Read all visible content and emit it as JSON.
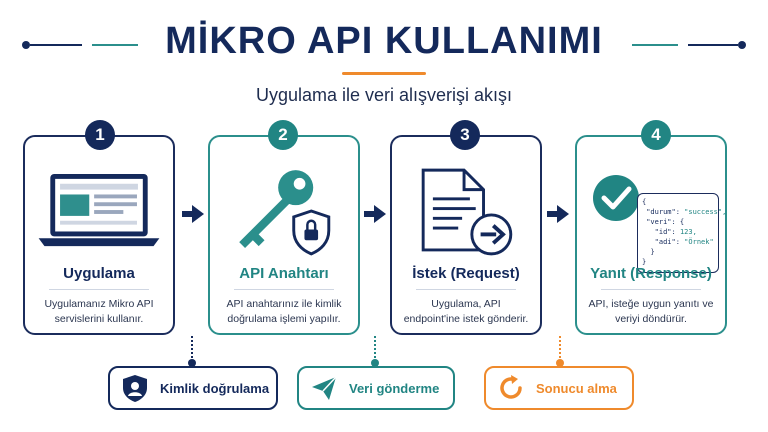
{
  "title": "MİKRO API KULLANIMI",
  "subtitle": "Uygulama ile veri alışverişi akışı",
  "steps": [
    {
      "number": "1",
      "title": "Uygulama",
      "description": "Uygulamanız Mikro API servislerini kullanır.",
      "icon": "laptop-icon"
    },
    {
      "number": "2",
      "title": "API Anahtarı",
      "description": "API anahtarınız ile kimlik doğrulama işlemi yapılır.",
      "icon": "key-shield-icon"
    },
    {
      "number": "3",
      "title": "İstek (Request)",
      "description": "Uygulama, API endpoint'ine istek gönderir.",
      "icon": "document-send-icon"
    },
    {
      "number": "4",
      "title": "Yanıt (Response)",
      "description": "API, isteğe uygun yanıtı ve veriyi döndürür.",
      "icon": "check-json-icon"
    }
  ],
  "json_preview": {
    "open": "{",
    "durum_key": "\"durum\":",
    "durum_val": "\"success\",",
    "veri_key": "\"veri\": {",
    "id_key": "\"id\":",
    "id_val": "123,",
    "adi_key": "\"adi\":",
    "adi_val": "\"Örnek\"",
    "close_inner": "}",
    "close": "}"
  },
  "pills": [
    {
      "label": "Kimlik doğrulama",
      "icon": "user-shield-icon"
    },
    {
      "label": "Veri gönderme",
      "icon": "paper-plane-icon"
    },
    {
      "label": "Sonucu alma",
      "icon": "refresh-icon"
    }
  ],
  "colors": {
    "navy": "#14295b",
    "teal": "#218583",
    "orange": "#ef8a2c"
  }
}
